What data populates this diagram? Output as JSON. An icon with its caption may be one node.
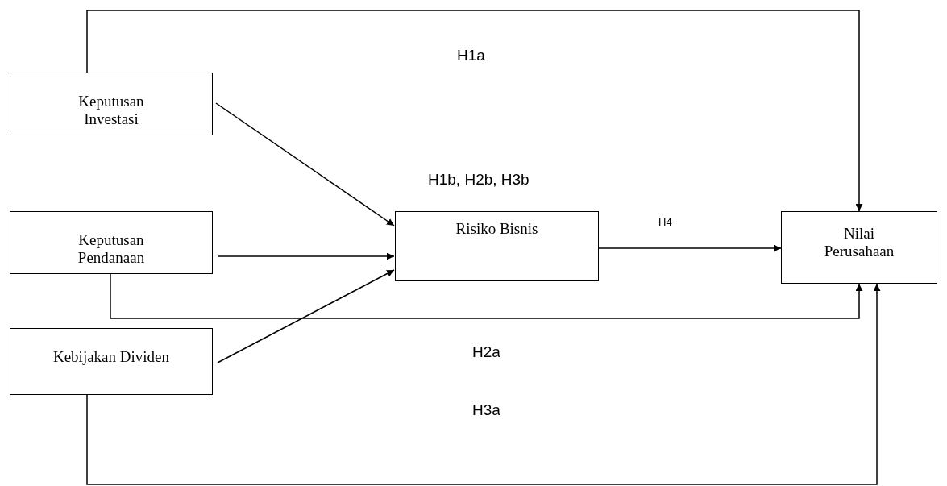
{
  "diagram": {
    "nodes": [
      {
        "text": [
          "Keputusan Investasi"
        ]
      },
      {
        "text": [
          "Keputusan Pendanaan"
        ]
      },
      {
        "text": [
          "Kebijakan Dividen"
        ]
      },
      {
        "text": [
          "Risiko Bisnis"
        ]
      },
      {
        "text": [
          "Nilai Perusahaan"
        ]
      }
    ],
    "edges": [
      {
        "from": 0,
        "to": 4,
        "arrow": "to"
      },
      {
        "from": 0,
        "to": 3,
        "arrow": "to"
      },
      {
        "from": 1,
        "to": 3,
        "arrow": "to"
      },
      {
        "from": 2,
        "to": 3,
        "arrow": "to"
      },
      {
        "from": 3,
        "to": 4,
        "arrow": "to"
      },
      {
        "from": 1,
        "to": 4,
        "arrow": "to"
      },
      {
        "from": 2,
        "to": 4,
        "arrow": "to"
      }
    ],
    "labels": [
      "H1a",
      "H1b, H2b, H3b",
      "H4",
      "H2a",
      "H3a"
    ]
  }
}
